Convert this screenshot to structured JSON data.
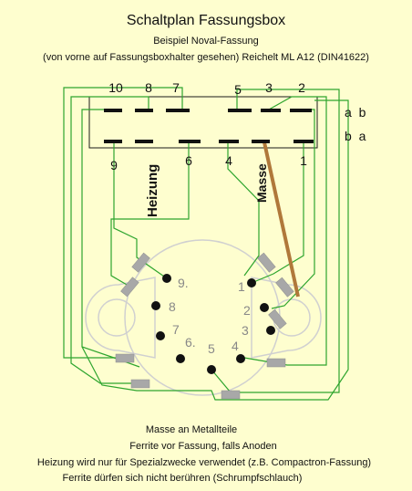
{
  "title": "Schaltplan Fassungsbox",
  "subtitle1": "Beispiel Noval-Fassung",
  "subtitle2": "(von vorne auf Fassungsboxhalter gesehen) Reichelt ML A12 (DIN41622)",
  "connector_top_labels": [
    "10",
    "8",
    "7",
    "5",
    "3",
    "2"
  ],
  "connector_bottom_labels": [
    "9",
    "6",
    "4",
    "1"
  ],
  "row_labels": [
    "a  b",
    "b  a"
  ],
  "label_heizung": "Heizung",
  "label_masse": "Masse",
  "socket_pins": [
    "1",
    "2",
    "3",
    "4",
    "5",
    "6.",
    "7",
    "8",
    "9."
  ],
  "notes": [
    "Masse an Metallteile",
    "Ferrite vor Fassung, falls Anoden",
    "Heizung wird nur für Spezialzwecke verwendet (z.B. Compactron-Fassung)",
    "Ferrite dürfen sich nicht berühren (Schrumpfschlauch)"
  ],
  "colors": {
    "background": "#fefecf",
    "wire": "#2ea52e",
    "ground_wire": "#b0783a",
    "ferrite": "#a8a8a8",
    "socket_outline": "#d0d0d0"
  }
}
